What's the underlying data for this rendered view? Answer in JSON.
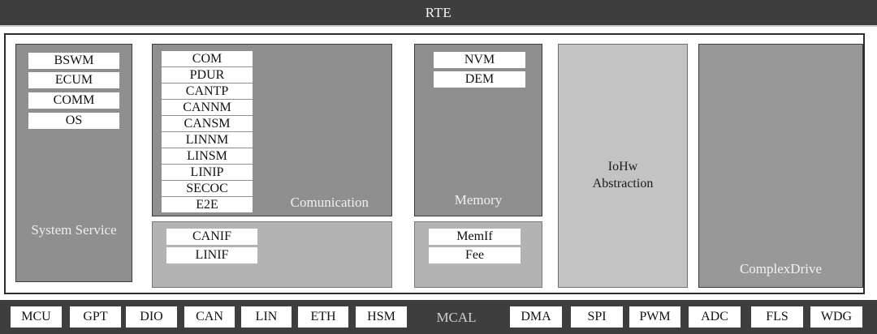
{
  "rte": {
    "label": "RTE"
  },
  "layers": {
    "system_service": {
      "label": "System Service",
      "modules": [
        "BSWM",
        "ECUM",
        "COMM",
        "OS"
      ]
    },
    "communication": {
      "label": "Comunication",
      "modules": [
        "COM",
        "PDUR",
        "CANTP",
        "CANNM",
        "CANSM",
        "LINNM",
        "LINSM",
        "LINIP",
        "SECOC",
        "E2E"
      ],
      "interfaces": [
        "CANIF",
        "LINIF"
      ]
    },
    "memory": {
      "label": "Memory",
      "modules": [
        "NVM",
        "DEM"
      ],
      "interfaces": [
        "MemIf",
        "Fee"
      ]
    },
    "iohw_abstraction": {
      "label_line1": "IoHw",
      "label_line2": "Abstraction"
    },
    "complex_drive": {
      "label": "ComplexDrive"
    }
  },
  "mcal": {
    "label": "MCAL",
    "modules_left": [
      "MCU",
      "GPT",
      "DIO",
      "CAN",
      "LIN",
      "ETH",
      "HSM"
    ],
    "modules_right": [
      "DMA",
      "SPI",
      "PWM",
      "ADC",
      "FLS",
      "WDG"
    ]
  },
  "colors": {
    "bar_dark": "#3e3e3e",
    "box_medium_gray": "#8f8f8f",
    "box_light_gray": "#b3b3b3",
    "box_lighter_gray": "#c3c3c3",
    "chip_white": "#ffffff",
    "border_dark": "#2d2d2d"
  }
}
